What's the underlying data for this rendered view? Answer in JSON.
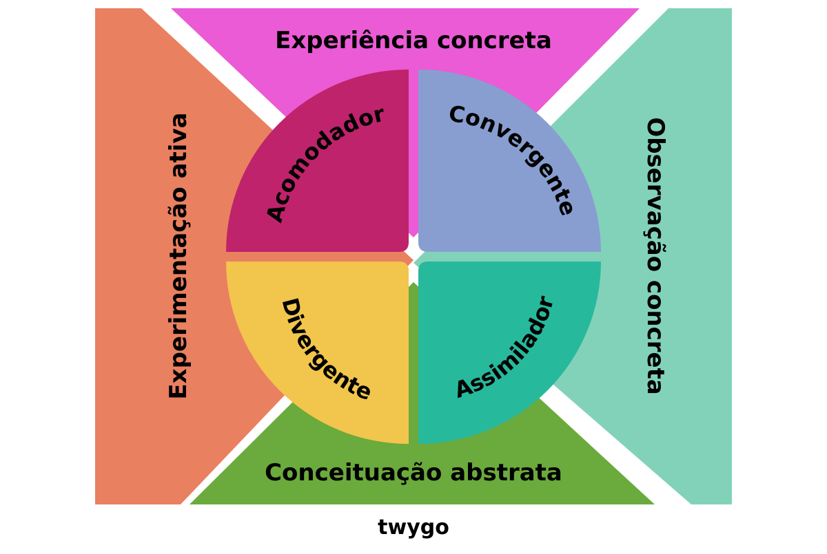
{
  "colors": {
    "top": "#EA5BD5",
    "left": "#E98060",
    "right": "#82D2B9",
    "bottom": "#6BAA3C",
    "accomodator": "#BF236B",
    "convergent": "#889ED0",
    "divergent": "#F2C54C",
    "assimilator": "#27B99C",
    "brand": "#9B4FE0"
  },
  "sides": {
    "top": "Experiência concreta",
    "left": "Experimentação ativa",
    "right": "Observação concreta",
    "bottom": "Conceituação abstrata"
  },
  "quadrants": {
    "top_left": "Acomodador",
    "top_right": "Convergente",
    "bottom_left": "Divergente",
    "bottom_right": "Assimilador"
  },
  "brand": {
    "logo_text": "twygo"
  }
}
